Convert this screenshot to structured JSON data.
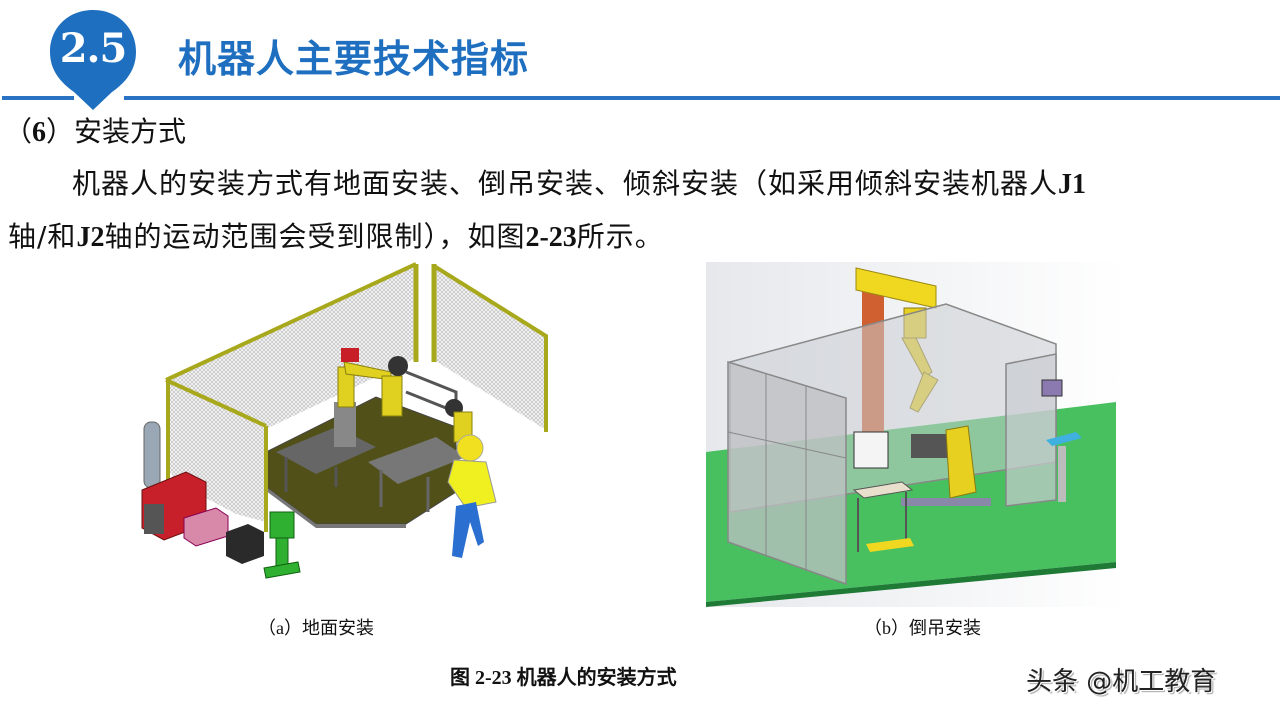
{
  "header": {
    "section_number": "2.5",
    "title": "机器人主要技术指标",
    "accent_color": "#2a72c4"
  },
  "section": {
    "label_prefix": "（",
    "label_number": "6",
    "label_suffix": "）",
    "label_text": "安装方式"
  },
  "paragraph": {
    "part1": "机器人的安装方式有地面安装、倒吊安装、倾斜安装（如采用倾斜安装机器人",
    "bold1": "J1",
    "part2": "轴/和",
    "bold2": "J2",
    "part3": "轴的运动范围会受到限制），如图",
    "bold3": "2-23",
    "part4": "所示。"
  },
  "figures": [
    {
      "id": "a",
      "caption": "（a）地面安装",
      "description": "floor-mounted robot welding cell with yellow mesh fence, welding robot on base, worktables, positioner, gas cylinder, red welding power source, control cabinet, green operator station, worker in yellow helmet"
    },
    {
      "id": "b",
      "caption": "（b）倒吊安装",
      "description": "inverted (ceiling-mounted) robot on yellow gantry over a positioner, enclosed by grey panel fence on green floor, desk, monitor, touch terminal"
    }
  ],
  "figure_caption": "图 2-23  机器人的安装方式",
  "watermark": "头条 @机工教育"
}
